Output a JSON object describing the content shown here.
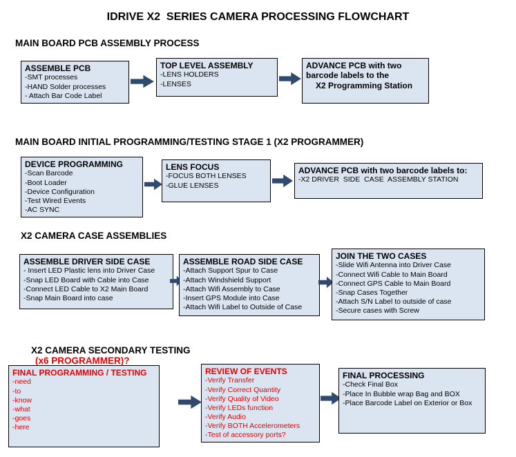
{
  "page_title": "IDRIVE X2  SERIES CAMERA PROCESSING FLOWCHART",
  "colors": {
    "box_fill": "#dbe5f1",
    "arrow_fill": "#2f4a6e",
    "red": "#e60000",
    "text": "#000000",
    "background": "#ffffff"
  },
  "sections": [
    {
      "heading": "MAIN BOARD PCB ASSEMBLY PROCESS",
      "boxes": [
        {
          "title": "ASSEMBLE PCB",
          "items": [
            "-SMT processes",
            "-HAND Solder processes",
            "- Attach Bar Code Label"
          ]
        },
        {
          "title": "TOP LEVEL ASSEMBLY",
          "items": [
            "-LENS HOLDERS",
            "-LENSES"
          ]
        },
        {
          "title_lines": [
            "ADVANCE PCB with two",
            "barcode labels to the",
            "X2 Programming Station"
          ]
        }
      ]
    },
    {
      "heading": "MAIN BOARD INITIAL PROGRAMMING/TESTING STAGE 1 (X2 PROGRAMMER)",
      "boxes": [
        {
          "title": "DEVICE PROGRAMMING",
          "items": [
            "-Scan Barcode",
            "-Boot Loader",
            "-Device Configuration",
            "-Test Wired Events",
            "-AC SYNC"
          ]
        },
        {
          "title": "LENS FOCUS",
          "items": [
            "-FOCUS BOTH LENSES",
            "-GLUE LENSES"
          ]
        },
        {
          "title": "ADVANCE PCB with two barcode labels to:",
          "items": [
            "-X2 DRIVER  SIDE  CASE  ASSEMBLY STATION"
          ]
        }
      ]
    },
    {
      "heading": "X2 CAMERA CASE ASSEMBLIES",
      "boxes": [
        {
          "title": "ASSEMBLE DRIVER SIDE CASE",
          "items": [
            "- Insert LED Plastic lens into Driver Case",
            "-Snap LED Board with Cable into Case",
            "-Connect LED Cable to X2 Main Board",
            "-Snap Main Board into case"
          ]
        },
        {
          "title": "ASSEMBLE ROAD SIDE CASE",
          "items": [
            "-Attach Support Spur to Case",
            "-Attach Windshield Support",
            "-Attach Wifi Assembly to Case",
            "-Insert GPS Module into Case",
            "-Attach Wifi Label to Outside of Case"
          ]
        },
        {
          "title": "JOIN THE TWO CASES",
          "items": [
            "-Slide Wifi Antenna into Driver Case",
            "-Connect Wifi Cable to Main Board",
            "-Connect GPS Cable to Main Board",
            "-Snap Cases Together",
            "-Attach S/N Label to outside of case",
            "-Secure cases with Screw"
          ]
        }
      ]
    },
    {
      "heading": "X2 CAMERA SECONDARY TESTING",
      "heading_red": "(x6 PROGRAMMER)?",
      "boxes": [
        {
          "title": "FINAL PROGRAMMING / TESTING",
          "items": [
            "-need",
            "-to",
            "-know",
            "-what",
            "-goes",
            "-here"
          ]
        },
        {
          "title": "REVIEW OF EVENTS",
          "items": [
            "-Verify Transfer",
            "-Verify Correct Quantity",
            "-Verify Quality of Video",
            "-Verify LEDs function",
            "-Verify Audio",
            "-Verify BOTH Accelerometers",
            "-Test of accessory ports?"
          ]
        },
        {
          "title": "FINAL PROCESSING",
          "items": [
            "-Check Final Box",
            "-Place In Bubble wrap Bag and BOX",
            "-Place Barcode Label on Exterior or Box"
          ]
        }
      ]
    }
  ]
}
